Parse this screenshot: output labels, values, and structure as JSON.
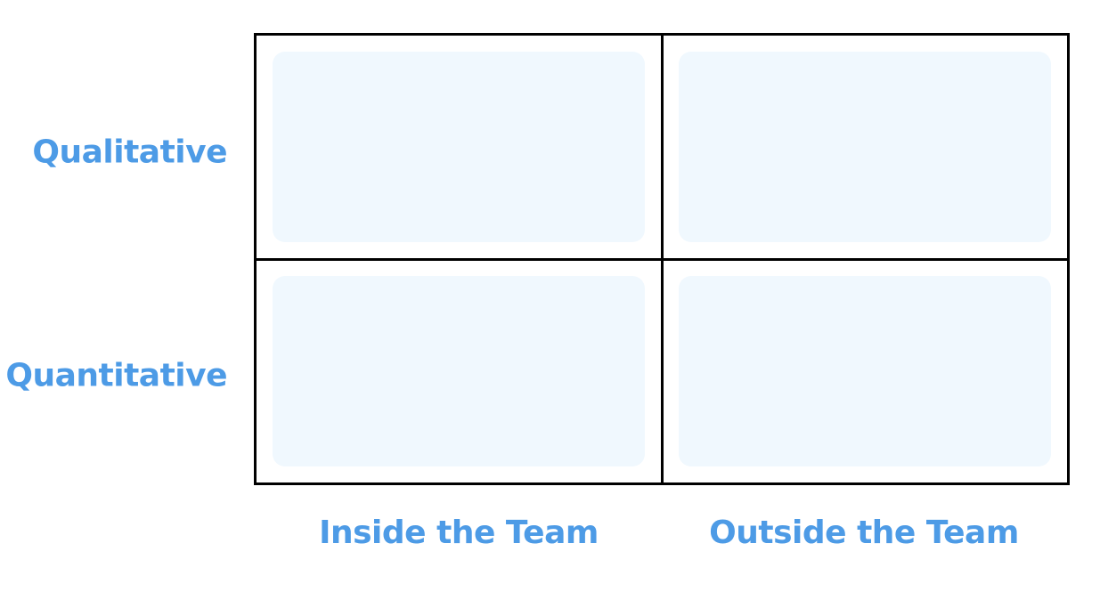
{
  "matrix": {
    "rows": [
      "Qualitative",
      "Quantitative"
    ],
    "columns": [
      "Inside the Team",
      "Outside the Team"
    ]
  },
  "colors": {
    "label": "#4d9be6",
    "cell_fill": "#f0f8fe",
    "border": "#000000"
  }
}
